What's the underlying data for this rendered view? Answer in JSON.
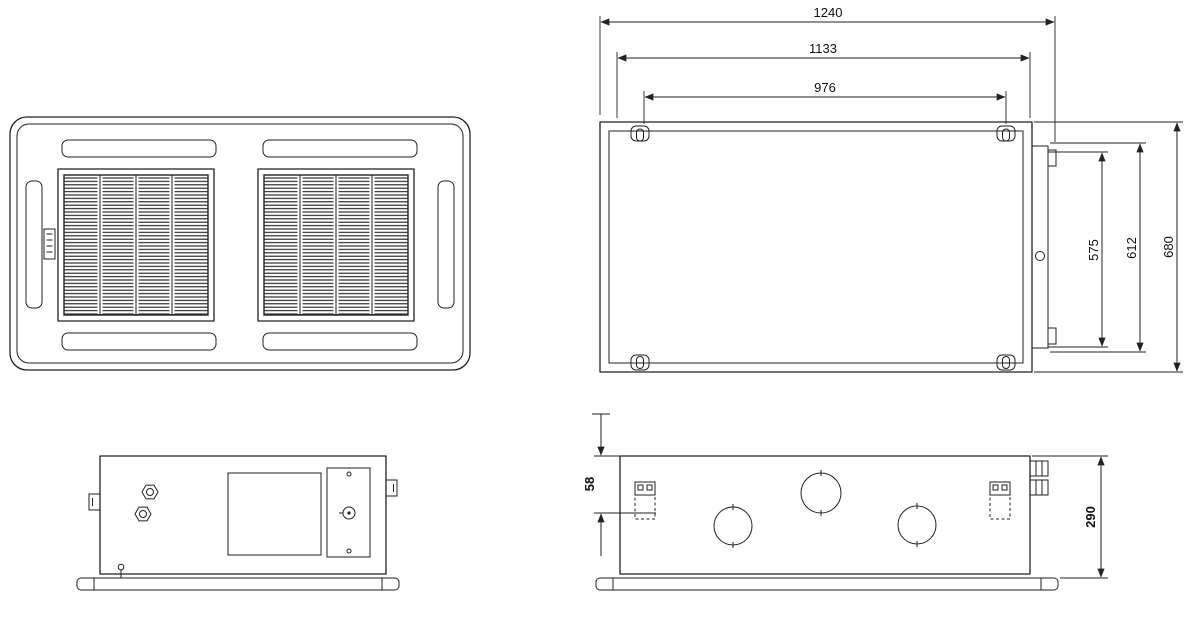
{
  "colors": {
    "line": "#222222",
    "background": "#ffffff"
  },
  "dims": {
    "overall_width": "1240",
    "body_width": "1133",
    "hanger_width": "976",
    "hanger_depth": "575",
    "body_depth": "612",
    "overall_depth": "680",
    "flange_offset": "58",
    "body_height": "290"
  }
}
